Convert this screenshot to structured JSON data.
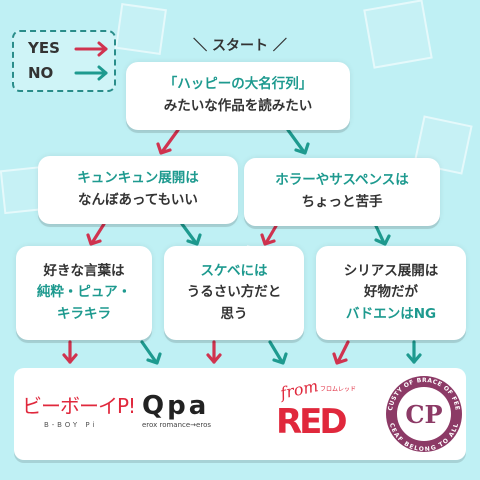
{
  "legend": {
    "yes": "YES",
    "no": "NO",
    "yes_color": "#d0334f",
    "no_color": "#1e9a8f"
  },
  "start": "＼ スタート ／",
  "root": {
    "line1": "「ハッピーの大名行列」",
    "line2": "みたいな作品を読みたい"
  },
  "level2": [
    {
      "line1": "キュンキュン展開は",
      "line2": "なんぼあってもいい"
    },
    {
      "line1": "ホラーやサスペンスは",
      "line2": "ちょっと苦手"
    }
  ],
  "level3": [
    {
      "line1": "好きな言葉は",
      "line2": "純粋・ピュア・",
      "line3": "キラキラ"
    },
    {
      "line1": "スケベには",
      "line2": "うるさい方だと",
      "line3": "思う"
    },
    {
      "line1": "シリアス展開は",
      "line2": "好物だが",
      "line3": "バドエンはNG"
    }
  ],
  "logos": {
    "bboypi": {
      "main": "ビーボーイP!",
      "sub": "B-BOY Pi"
    },
    "qpa": {
      "main": "Qpa",
      "sub": "erox romance→eros"
    },
    "red": {
      "from": "from",
      "main": "RED",
      "small": "フロムレッド"
    },
    "cp": {
      "main": "CP",
      "ring_top": "CUSTY OF BRACE OF FEE",
      "ring_bottom": "CEAF BELONG TO ALL"
    }
  },
  "colors": {
    "background": "#bff0f4",
    "teal": "#1e9a8f",
    "pink": "#d0334f",
    "red": "#e0283c",
    "purple": "#8c3a66"
  }
}
